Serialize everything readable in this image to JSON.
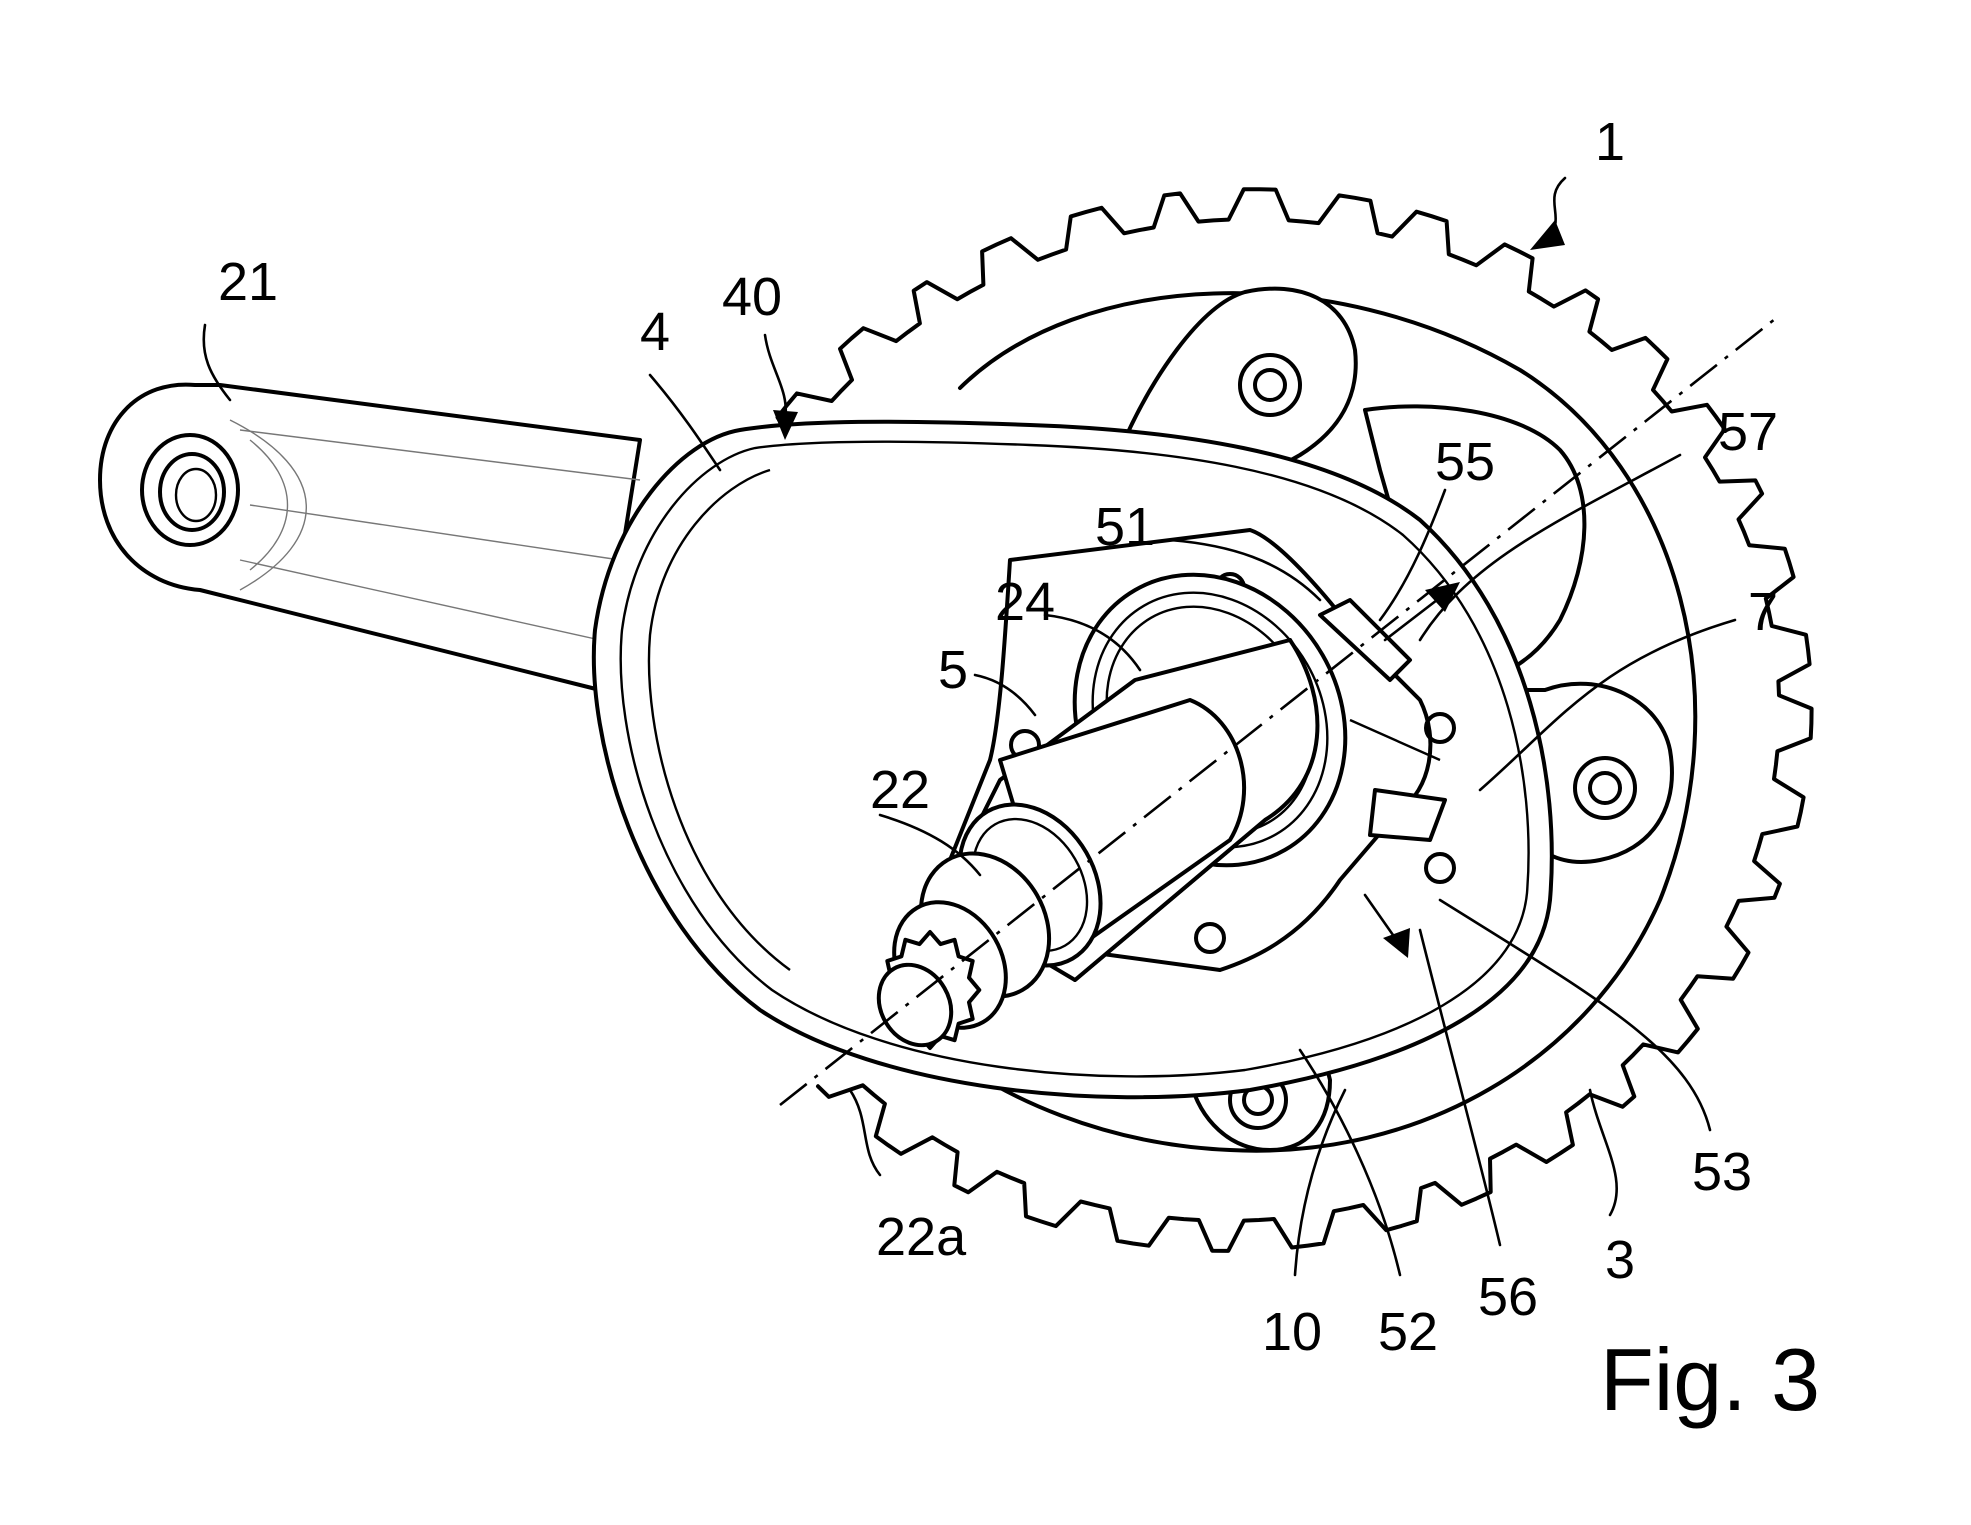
{
  "figure": {
    "label": "Fig. 3",
    "refs": {
      "r1": "1",
      "r21": "21",
      "r40": "40",
      "r4": "4",
      "r51": "51",
      "r24": "24",
      "r5": "5",
      "r55": "55",
      "r57": "57",
      "r7": "7",
      "r22": "22",
      "r22a": "22a",
      "r53": "53",
      "r3": "3",
      "r10": "10",
      "r52": "52",
      "r56": "56"
    }
  },
  "colors": {
    "line": "#000000",
    "background": "#ffffff"
  }
}
